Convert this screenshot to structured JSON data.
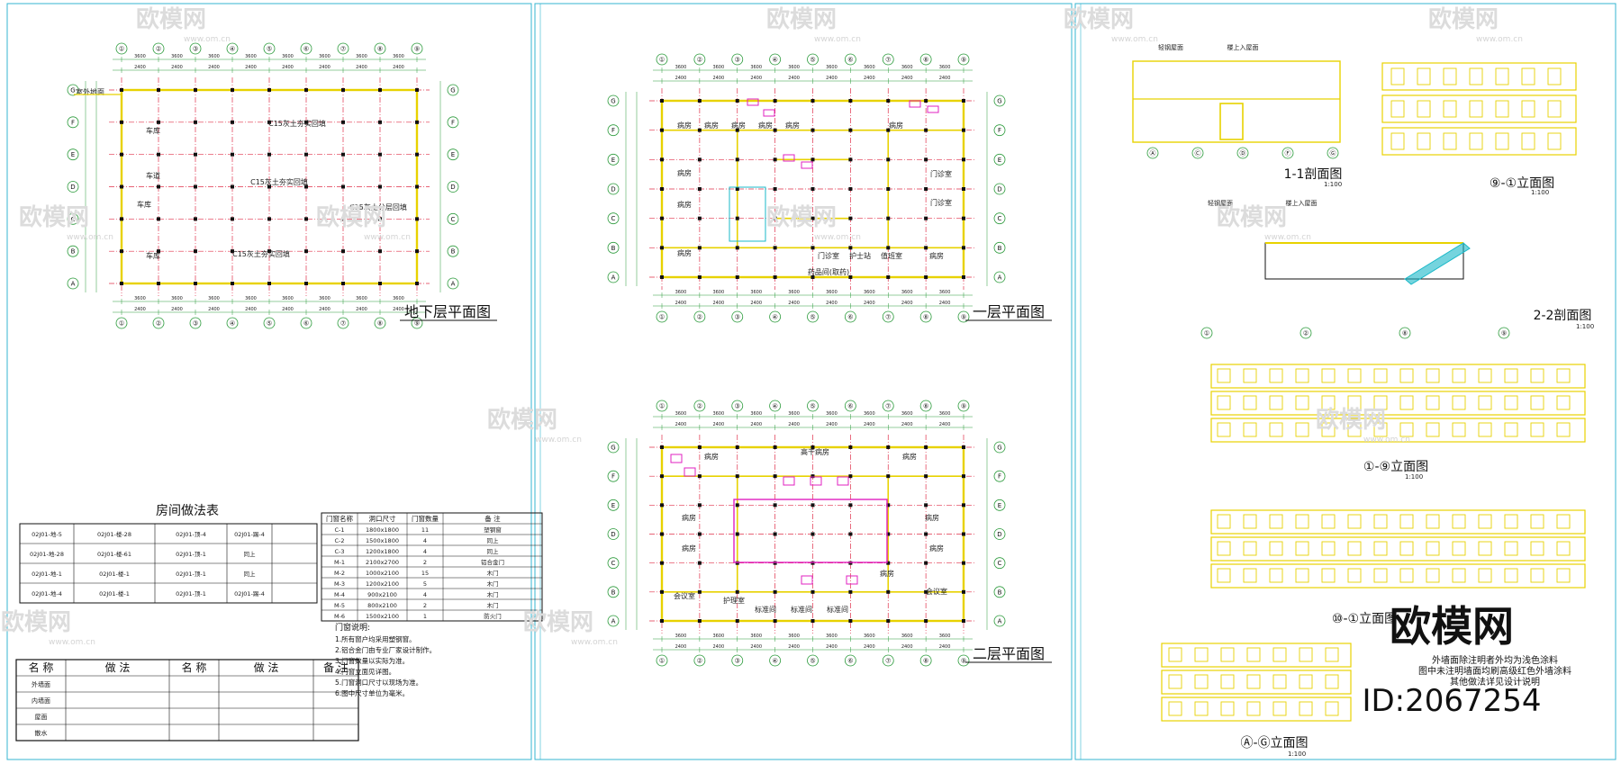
{
  "watermark": {
    "brand": "欧模网",
    "url": "www.om.cn",
    "id_label": "ID:2067254"
  },
  "colors": {
    "grid": "#e0304a",
    "wall": "#e8d200",
    "cyan": "#19b8c8",
    "magenta": "#e020c0",
    "frame": "#35b6d0",
    "ink": "#111111"
  },
  "sheet1": {
    "title": "地下层平面图",
    "labels": [
      "室外地面",
      "车库",
      "车道",
      "车库",
      "车库",
      "C15灰土夯实回填",
      "C15灰土夯实回填",
      "C15灰土分层回填",
      "C15灰土夯实回填"
    ],
    "axis_top": [
      "①",
      "②",
      "③",
      "④",
      "⑤",
      "⑥",
      "⑦",
      "⑧",
      "⑨"
    ],
    "axis_left": [
      "G",
      "F",
      "E",
      "D",
      "C",
      "B",
      "A"
    ],
    "room_schedule": {
      "title": "房间做法表",
      "rows": [
        [
          "02J01-地-5",
          "02J01-楼-28",
          "02J01-顶-4",
          "02J01-踢-4"
        ],
        [
          "02J01-地-28",
          "02J01-楼-61",
          "02J01-顶-1",
          "同上"
        ],
        [
          "02J01-地-1",
          "02J01-楼-1",
          "02J01-顶-1",
          "同上"
        ],
        [
          "02J01-地-4",
          "02J01-楼-1",
          "02J01-顶-1",
          "02J01-踢-4"
        ]
      ]
    },
    "method_table": {
      "headers": [
        "名 称",
        "做 法",
        "名 称",
        "做 法",
        "备 注"
      ],
      "rows": [
        [
          "外墙面",
          "",
          "",
          "",
          ""
        ],
        [
          "内墙面",
          "",
          "",
          "",
          ""
        ],
        [
          "屋面",
          "",
          "",
          "",
          ""
        ],
        [
          "散水",
          "",
          "",
          "",
          ""
        ]
      ]
    },
    "door_table": {
      "headers": [
        "门窗名称",
        "洞口尺寸",
        "门窗数量",
        "备 注"
      ],
      "rows": [
        [
          "C-1",
          "1800x1800",
          "11",
          "塑钢窗"
        ],
        [
          "C-2",
          "1500x1800",
          "4",
          "同上"
        ],
        [
          "C-3",
          "1200x1800",
          "4",
          "同上"
        ],
        [
          "M-1",
          "2100x2700",
          "2",
          "铝合金门"
        ],
        [
          "M-2",
          "1000x2100",
          "15",
          "木门"
        ],
        [
          "M-3",
          "1200x2100",
          "5",
          "木门"
        ],
        [
          "M-4",
          "900x2100",
          "4",
          "木门"
        ],
        [
          "M-5",
          "800x2100",
          "2",
          "木门"
        ],
        [
          "M-6",
          "1500x2100",
          "1",
          "防火门"
        ]
      ]
    },
    "notes_title": "门窗说明:",
    "notes": [
      "1.所有窗户均采用塑钢窗。",
      "2.铝合金门由专业厂家设计制作。",
      "3.门窗数量以实际为准。",
      "4.门窗立面见详图。",
      "5.门窗洞口尺寸以现场为准。",
      "6.图中尺寸单位为毫米。"
    ]
  },
  "sheet2": {
    "title1": "一层平面图",
    "title2": "二层平面图",
    "rooms1": [
      "病房",
      "病房",
      "病房",
      "病房",
      "病房",
      "病房",
      "病房",
      "门诊室",
      "门诊室",
      "病房",
      "病房",
      "门诊室",
      "护士站",
      "值班室",
      "药品间(取药)",
      "病房"
    ],
    "rooms2": [
      "高干病房",
      "病房",
      "病房",
      "病房",
      "病房",
      "病房",
      "病房",
      "会议室",
      "护理室",
      "标准间",
      "标准间",
      "标准间",
      "会议室",
      "病房"
    ],
    "axis_top": [
      "①",
      "②",
      "③",
      "④",
      "⑤",
      "⑥",
      "⑦",
      "⑧",
      "⑨"
    ]
  },
  "sheet3": {
    "section1": "1-1剖面图",
    "section2": "2-2剖面图",
    "elev1": "⑨-①立面图",
    "elev2": "①-⑨立面图",
    "elev3": "⑩-①立面图",
    "elev4": "Ⓐ-Ⓖ立面图",
    "scale": "1:100",
    "note_lines": [
      "外墙面除注明者外均为浅色涂料",
      "图中未注明墙面均刷高级红色外墙涂料",
      "其他做法详见设计说明"
    ],
    "sec_labels": [
      "轻钢屋面",
      "楼上入屋面",
      "轻钢屋面",
      "楼上入屋面"
    ]
  }
}
